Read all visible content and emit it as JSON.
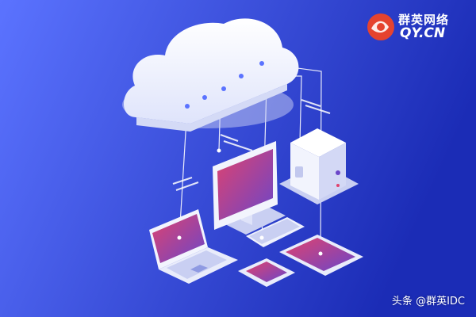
{
  "logo": {
    "name_cn": "群英网络",
    "domain": "QY.CN",
    "icon": "qy-brand-icon"
  },
  "credit": {
    "platform": "头条",
    "handle": "@群英IDC"
  },
  "colors": {
    "bg_left": "#5b73ff",
    "bg_right": "#1b2cb6",
    "cloud": "#ffffff",
    "screen_top": "#e0426e",
    "screen_bottom": "#6b46c9",
    "device_body": "#e9ecfb",
    "device_base": "#c9cff2",
    "connector": "#ffffff",
    "logo_accent": "#e5432f"
  },
  "devices": [
    "cloud-icon",
    "server-icon",
    "monitor-icon",
    "keyboard-icon",
    "laptop-icon",
    "tablet-icon",
    "smartphone-icon"
  ]
}
